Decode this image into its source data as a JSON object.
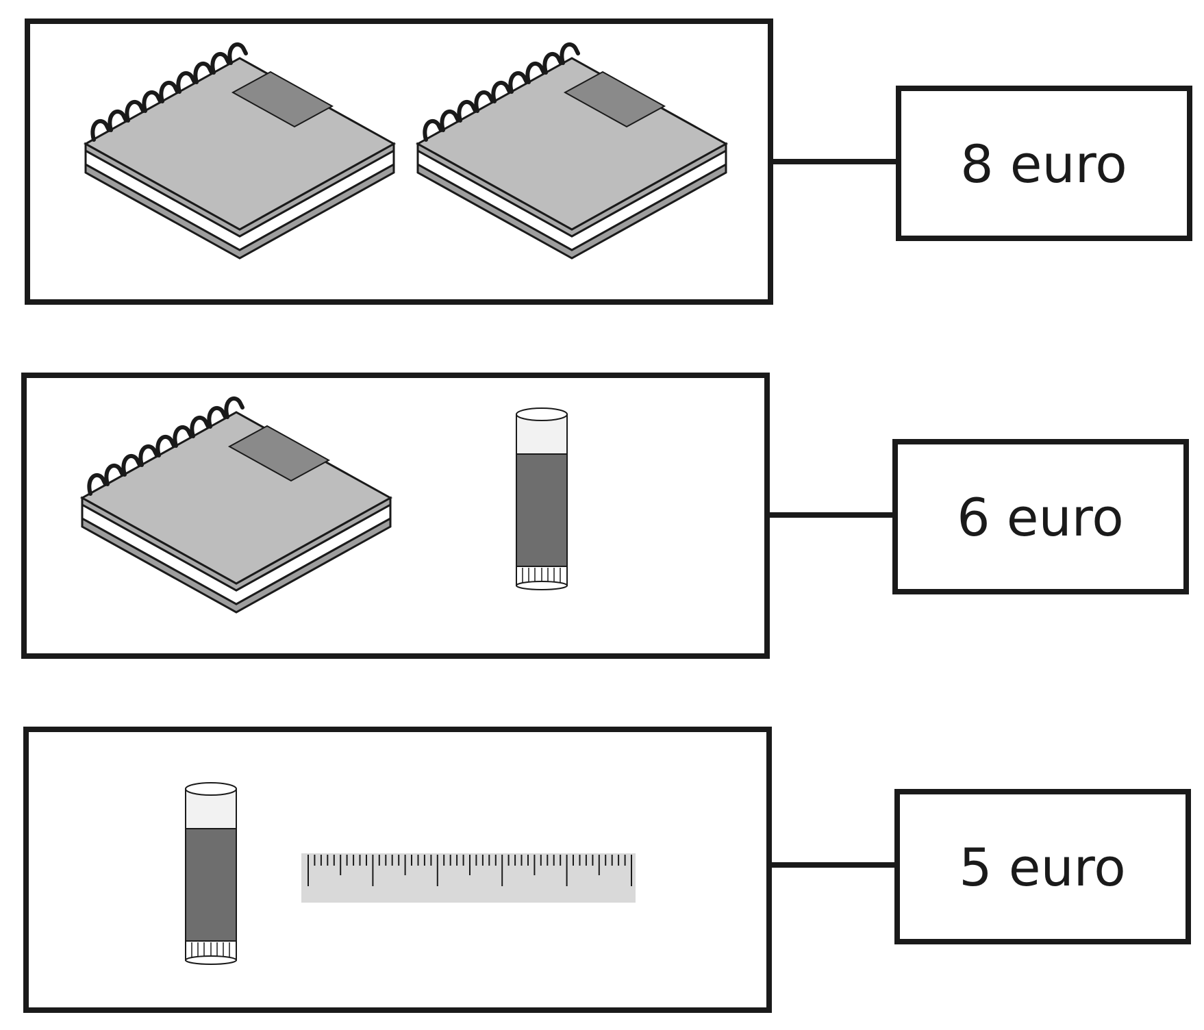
{
  "rows": [
    {
      "items": [
        "notebook-icon",
        "notebook-icon"
      ],
      "price": "8 euro"
    },
    {
      "items": [
        "notebook-icon",
        "glue-stick-icon"
      ],
      "price": "6 euro"
    },
    {
      "items": [
        "glue-stick-icon",
        "ruler-icon"
      ],
      "price": "5 euro"
    }
  ],
  "colors": {
    "outline": "#1a1a1a",
    "notebook_cover": "#bdbdbd",
    "notebook_label": "#8a8a8a",
    "glue_body": "#6e6e6e",
    "ruler": "#d9d9d9"
  }
}
